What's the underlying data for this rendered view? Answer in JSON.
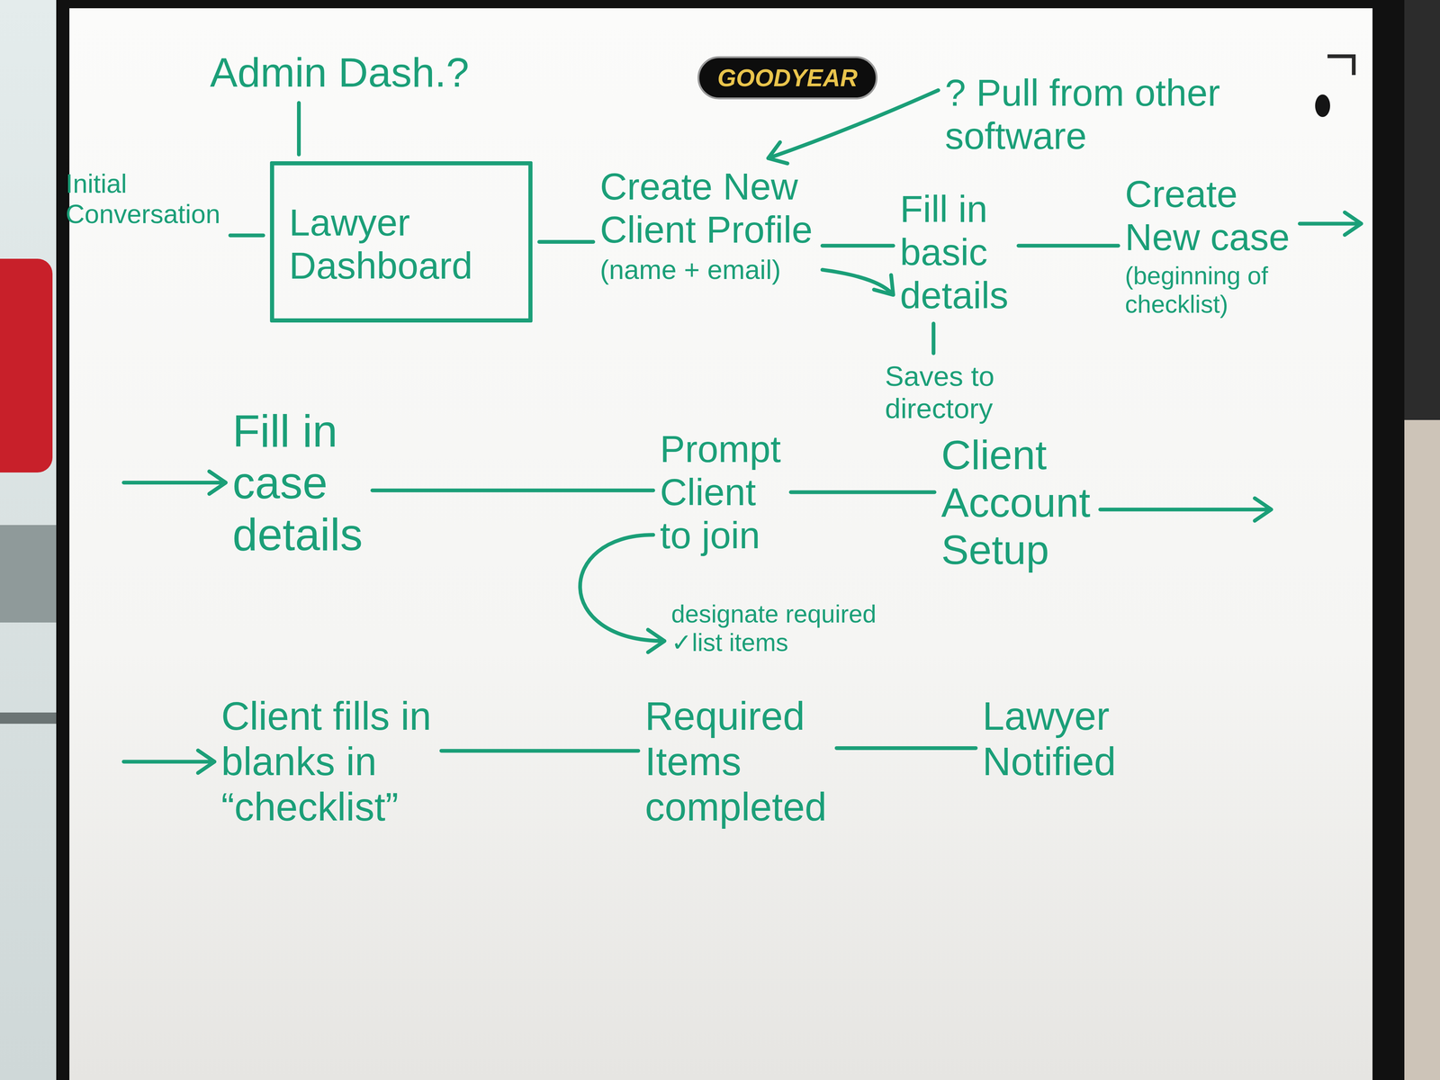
{
  "diagram": {
    "nodes": [
      {
        "text": [
          "Admin Dash.?"
        ]
      },
      {
        "text": [
          "Initial Conversation"
        ]
      },
      {
        "text": [
          "Lawyer Dashboard"
        ]
      },
      {
        "text": [
          "Create New Client Profile",
          "(name + email)"
        ]
      },
      {
        "text": [
          "? Pull from other software"
        ]
      },
      {
        "text": [
          "Fill in basic details"
        ]
      },
      {
        "text": [
          "Saves to directory"
        ]
      },
      {
        "text": [
          "Create New case",
          "(beginning of checklist)"
        ]
      },
      {
        "text": [
          "Fill in case details"
        ]
      },
      {
        "text": [
          "Prompt Client to join"
        ]
      },
      {
        "text": [
          "designate required ✓list items"
        ]
      },
      {
        "text": [
          "Client Account Setup"
        ]
      },
      {
        "text": [
          "Client fills in blanks in “checklist”"
        ]
      },
      {
        "text": [
          "Required Items completed"
        ]
      },
      {
        "text": [
          "Lawyer Notified"
        ]
      }
    ],
    "edges": [
      {
        "from": 0,
        "to": 2,
        "arrow": "none"
      },
      {
        "from": 1,
        "to": 2,
        "arrow": "none"
      },
      {
        "from": 2,
        "to": 3,
        "arrow": "none"
      },
      {
        "from": 4,
        "to": 3,
        "arrow": "to"
      },
      {
        "from": 3,
        "to": 5,
        "arrow": "none"
      },
      {
        "from": 3,
        "to": 5,
        "arrow": "to"
      },
      {
        "from": 5,
        "to": 6,
        "arrow": "none"
      },
      {
        "from": 5,
        "to": 7,
        "arrow": "none"
      },
      {
        "from": 7,
        "to": 8,
        "arrow": "to"
      },
      {
        "from": 8,
        "to": 9,
        "arrow": "none"
      },
      {
        "from": 9,
        "to": 10,
        "arrow": "to"
      },
      {
        "from": 9,
        "to": 11,
        "arrow": "none"
      },
      {
        "from": 11,
        "to": 12,
        "arrow": "to"
      },
      {
        "from": 12,
        "to": 13,
        "arrow": "none"
      },
      {
        "from": 13,
        "to": 14,
        "arrow": "none"
      }
    ],
    "labels": [
      "GOODYEAR"
    ]
  }
}
